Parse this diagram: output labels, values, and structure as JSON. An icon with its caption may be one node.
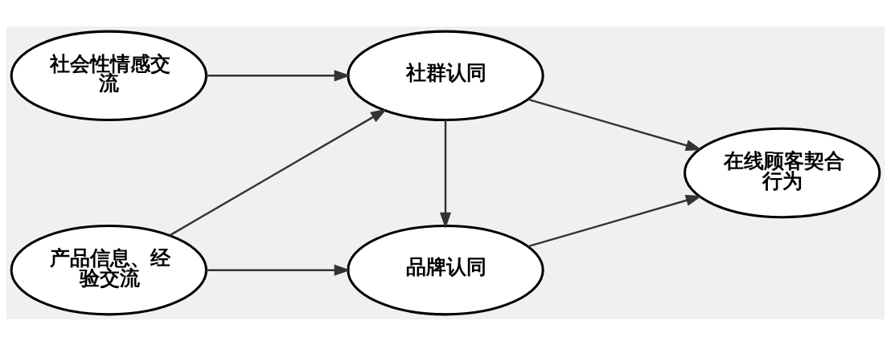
{
  "diagram": {
    "nodes": [
      {
        "text": [
          "产品信息、经验交流"
        ]
      },
      {
        "text": [
          "品牌认同"
        ]
      },
      {
        "text": [
          "在线顾客契合行为"
        ]
      },
      {
        "text": [
          "社会性情感交流"
        ]
      },
      {
        "text": [
          "社群认同"
        ]
      }
    ],
    "edges": [
      {
        "from": 0,
        "to": 1,
        "arrow": "to"
      },
      {
        "from": 0,
        "to": 4,
        "arrow": "to"
      },
      {
        "from": 3,
        "to": 4,
        "arrow": "to"
      },
      {
        "from": 4,
        "to": 1,
        "arrow": "to"
      },
      {
        "from": 1,
        "to": 2,
        "arrow": "to"
      },
      {
        "from": 4,
        "to": 2,
        "arrow": "to"
      }
    ]
  }
}
